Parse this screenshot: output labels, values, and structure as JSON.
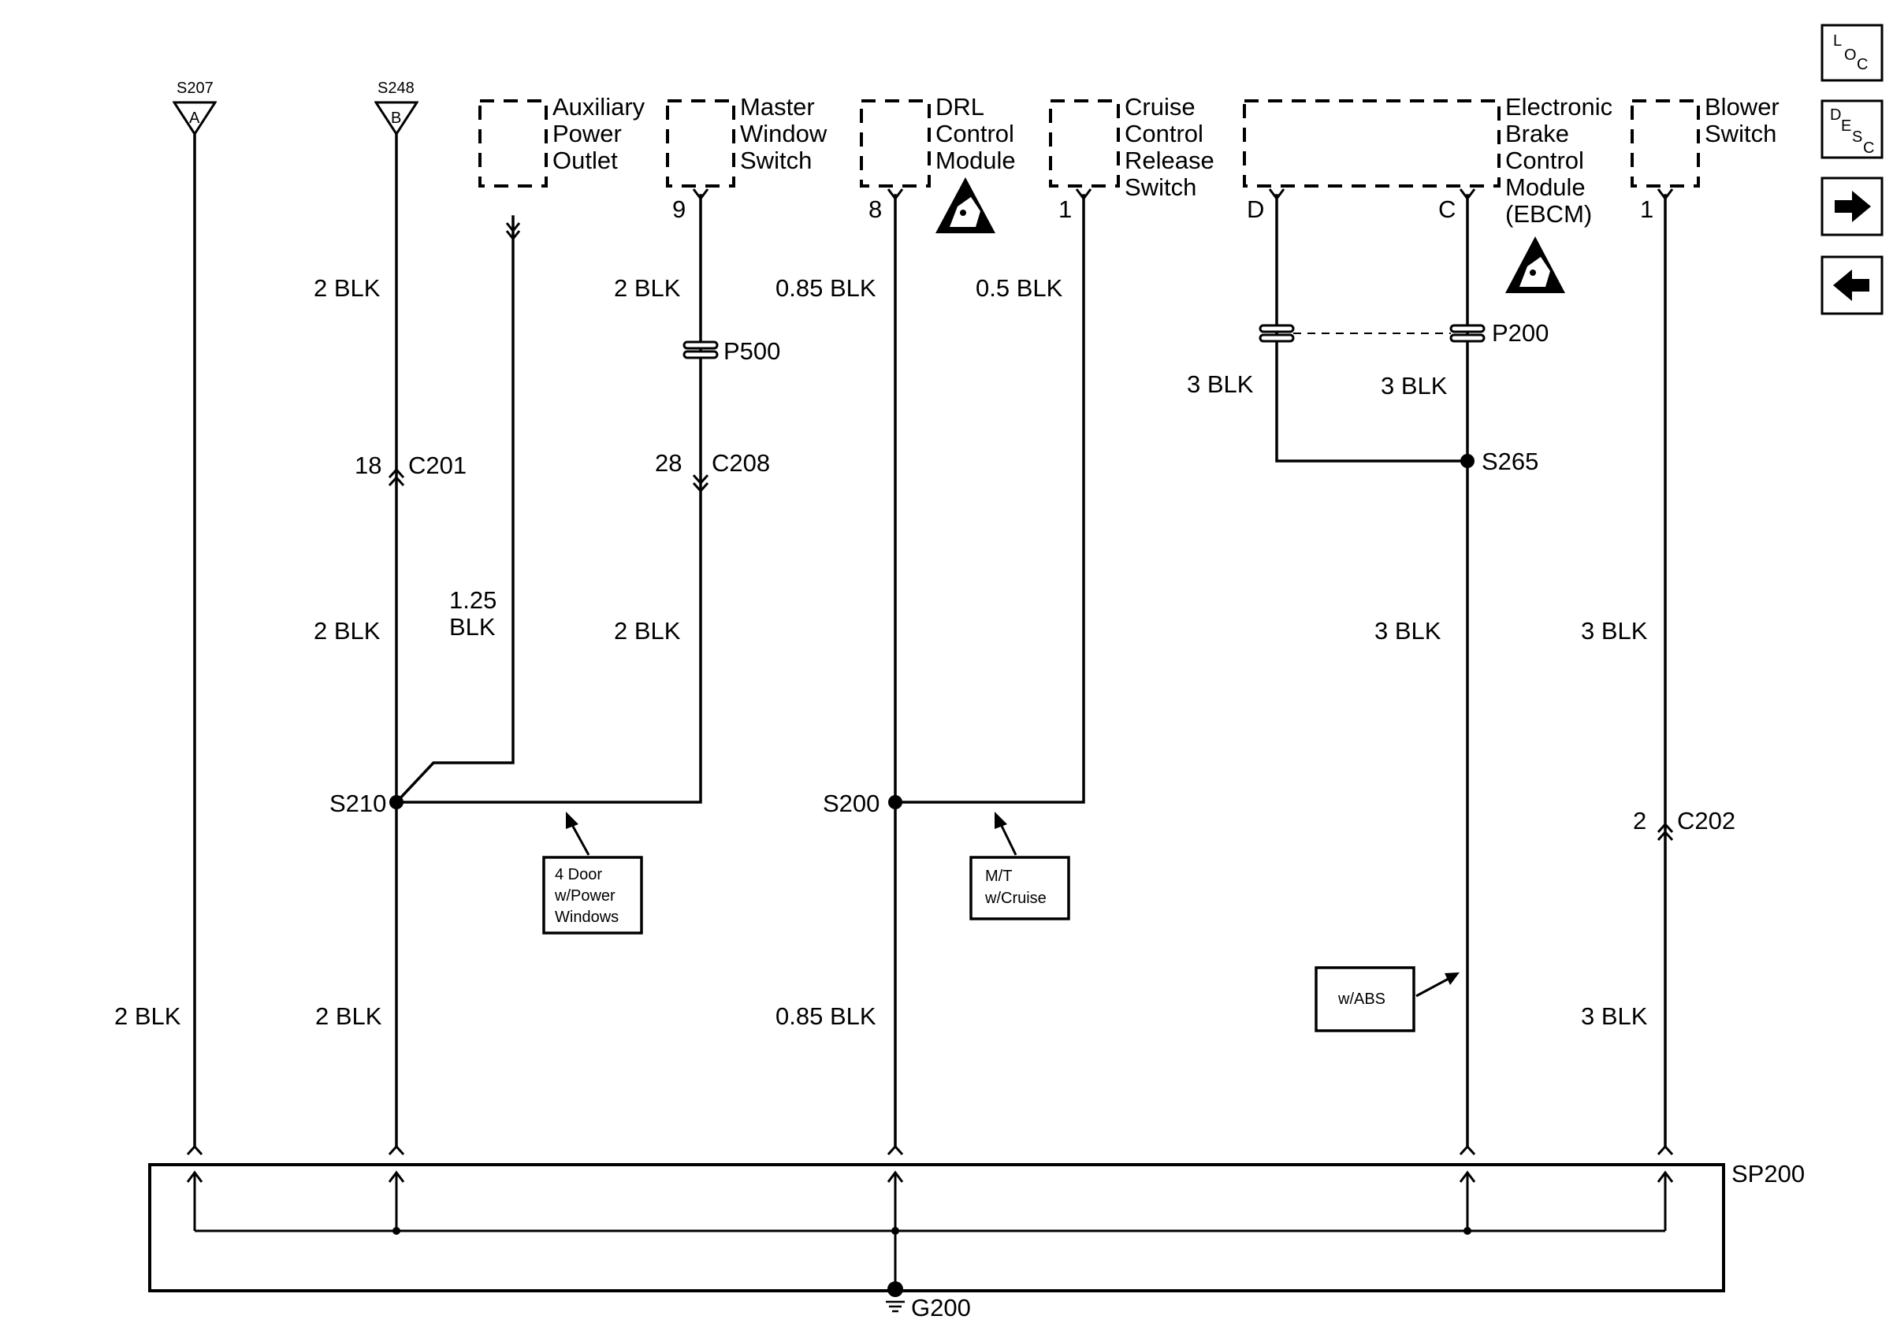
{
  "splices_top": [
    {
      "id": "S207",
      "letter": "A"
    },
    {
      "id": "S248",
      "letter": "B"
    }
  ],
  "components": {
    "aux_power_outlet": [
      "Auxiliary",
      "Power",
      "Outlet"
    ],
    "master_window_switch": [
      "Master",
      "Window",
      "Switch"
    ],
    "drl_module": [
      "DRL",
      "Control",
      "Module"
    ],
    "cruise_release_switch": [
      "Cruise",
      "Control",
      "Release",
      "Switch"
    ],
    "ebcm": [
      "Electronic",
      "Brake",
      "Control",
      "Module",
      "(EBCM)"
    ],
    "blower_switch": [
      "Blower",
      "Switch"
    ]
  },
  "pins": {
    "master_window": "9",
    "drl": "8",
    "cruise": "1",
    "ebcm_d": "D",
    "ebcm_c": "C",
    "blower": "1"
  },
  "wires": {
    "s248_upper": "2 BLK",
    "s248_mid": "2 BLK",
    "s248_lower": "2 BLK",
    "s207": "2 BLK",
    "aux": [
      "1.25",
      "BLK"
    ],
    "window_upper": "2 BLK",
    "window_lower": "2 BLK",
    "drl_upper": "0.85 BLK",
    "drl_lower": "0.85 BLK",
    "cruise": "0.5 BLK",
    "ebcm_d": "3 BLK",
    "ebcm_c": "3 BLK",
    "ebcm_lower": "3 BLK",
    "blower_upper": "3 BLK",
    "blower_lower": "3 BLK"
  },
  "connectors": {
    "c201": {
      "name": "C201",
      "pin": "18"
    },
    "c208": {
      "name": "C208",
      "pin": "28"
    },
    "c202": {
      "name": "C202",
      "pin": "2"
    },
    "p500": "P500",
    "p200": "P200"
  },
  "splices": {
    "s210": "S210",
    "s200": "S200",
    "s265": "S265",
    "sp200": "SP200"
  },
  "ground": "G200",
  "options": {
    "four_door": [
      "4 Door",
      "w/Power",
      "Windows"
    ],
    "mt_cruise": [
      "M/T",
      "w/Cruise"
    ],
    "abs": "w/ABS"
  },
  "nav": {
    "loc": [
      "L",
      "O",
      "C"
    ],
    "desc": [
      "D",
      "E",
      "S",
      "C"
    ]
  }
}
